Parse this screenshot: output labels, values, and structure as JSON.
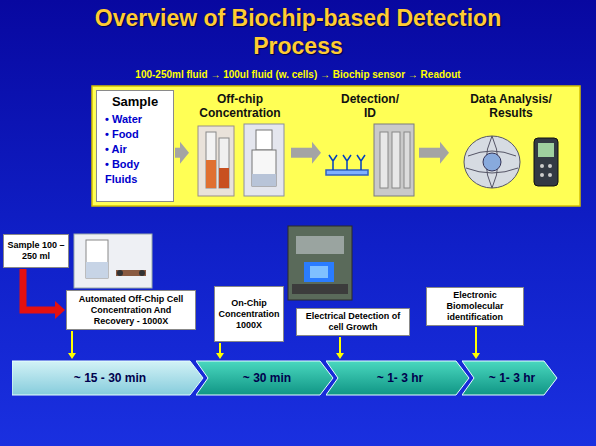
{
  "diagram": {
    "title": "Overview of Biochip-based Detection Process",
    "nodes": [
      {
        "text": [
          "Sample",
          "• Water",
          "• Food",
          "• Air",
          "• Body Fluids"
        ]
      },
      {
        "text": [
          "Off-chip Concentration"
        ]
      },
      {
        "text": [
          "Detection/ ID"
        ]
      },
      {
        "text": [
          "Data Analysis/ Results"
        ]
      },
      {
        "text": [
          "Sample 100 – 250 ml"
        ]
      },
      {
        "text": [
          "Automated Off-Chip Cell Concentration And Recovery - 1000X"
        ]
      },
      {
        "text": [
          "On-Chip Concentration 1000X"
        ]
      },
      {
        "text": [
          "Electrical Detection of cell Growth"
        ]
      },
      {
        "text": [
          "Electronic Biomolecular identification"
        ]
      },
      {
        "text": [
          "~ 15 - 30 min"
        ]
      },
      {
        "text": [
          "~ 30 min"
        ]
      },
      {
        "text": [
          "~ 1- 3 hr"
        ]
      },
      {
        "text": [
          "~ 1- 3 hr"
        ]
      }
    ],
    "edges": [
      {
        "from": 0,
        "to": 1,
        "arrow": "to"
      },
      {
        "from": 1,
        "to": 2,
        "arrow": "to"
      },
      {
        "from": 2,
        "to": 3,
        "arrow": "to"
      },
      {
        "from": 4,
        "to": 5,
        "arrow": "to"
      },
      {
        "from": 5,
        "to": 9,
        "arrow": "to"
      },
      {
        "from": 6,
        "to": 10,
        "arrow": "to"
      },
      {
        "from": 7,
        "to": 11,
        "arrow": "to"
      },
      {
        "from": 8,
        "to": 12,
        "arrow": "to"
      }
    ],
    "labels": [
      "100-250ml fluid → 100ul fluid (w. cells) → Biochip sensor → Readout"
    ]
  }
}
